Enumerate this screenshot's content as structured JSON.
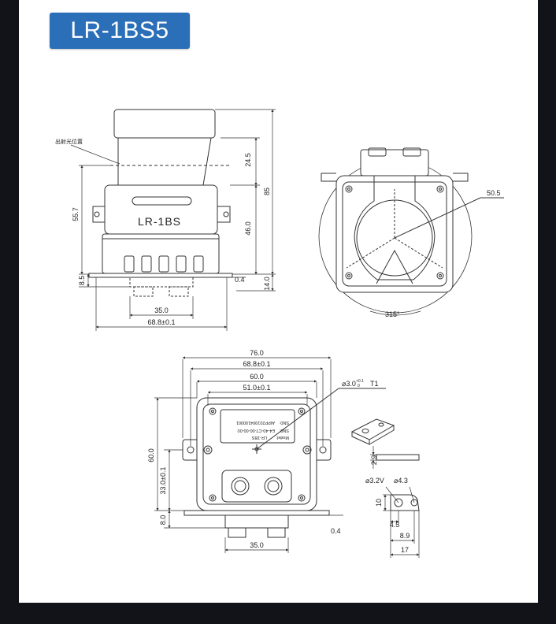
{
  "model_badge": "LR-1BS5",
  "front_view": {
    "product_label": "LR-1BS",
    "callout_emission_position": "出射光位置",
    "dims": {
      "emission_height": "24.5",
      "overall_height": "85",
      "flange_height": "55.7",
      "body_height": "46.0",
      "base_offset": "8.5",
      "base_thickness": "0.4",
      "connector_height": "14.0",
      "connector_width": "35.0",
      "body_width": "68.8±0.1"
    }
  },
  "side_view": {
    "dims": {
      "radius": "50.5",
      "scan_angle": "315°"
    }
  },
  "bottom_view": {
    "nameplate": {
      "line1": "Model:",
      "line2": "LR-1BS",
      "line3": "SN0:",
      "line4": "E4-40-CT-00-00-00",
      "line5": "SN0:",
      "line6": "AIPP201904100001"
    },
    "dims": {
      "overall_width": "76.0",
      "mount_width": "68.8±0.1",
      "body_width": "60.0",
      "hole_spacing": "51.0±0.1",
      "hole_callout": "⌀3.0",
      "hole_callout_sup": "+0.1",
      "hole_callout_sub": "0",
      "hole_depth": "T1",
      "overall_height": "60.0",
      "hole_vertical": "33.0±0.1",
      "bottom_offset": "8.0",
      "plate_thickness": "0.4",
      "connector_width": "35.0"
    }
  },
  "bracket_detail": {
    "dims": {
      "thickness": "2.9",
      "hole_small": "⌀3.2V",
      "hole_large": "⌀4.3",
      "height": "10",
      "offset_a": "4.5",
      "offset_b": "8.9",
      "length": "17"
    }
  }
}
